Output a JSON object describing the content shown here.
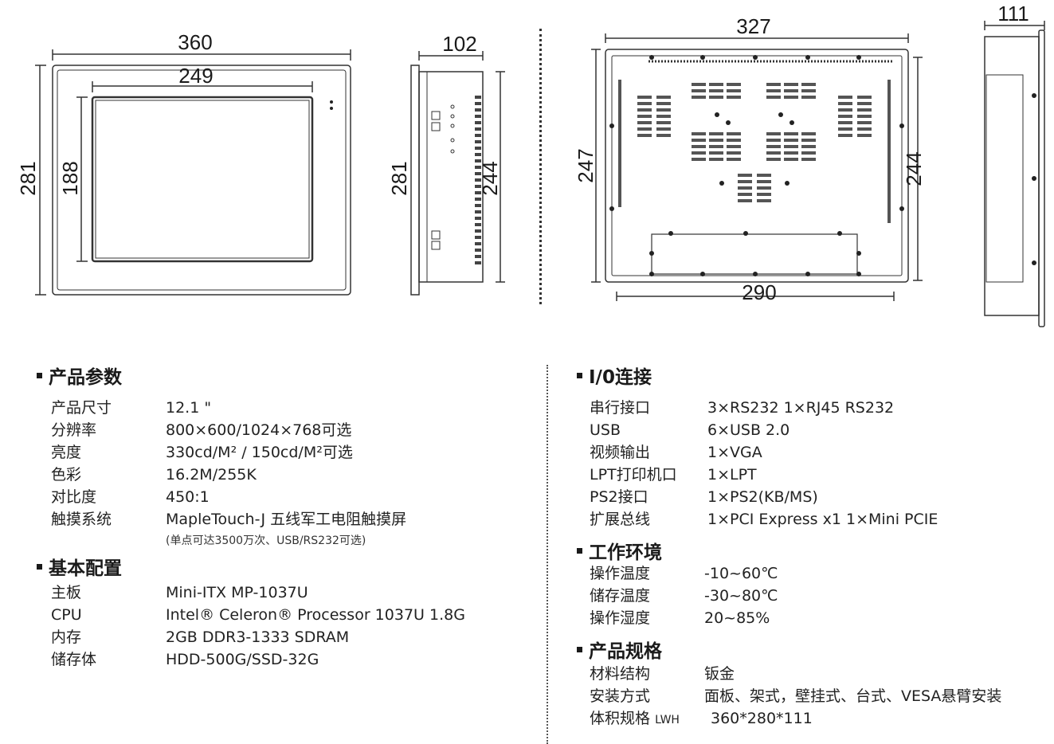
{
  "drawings": {
    "front": {
      "width": "360",
      "height": "281",
      "screen_width": "249",
      "screen_height": "188"
    },
    "side": {
      "depth": "102",
      "height": "281",
      "inner_height": "244"
    },
    "back": {
      "width": "327",
      "height": "247",
      "inner_height": "244",
      "bottom_width": "290"
    },
    "side_right": {
      "depth": "111"
    }
  },
  "sections": {
    "product_params": {
      "title": "产品参数",
      "rows": [
        {
          "k": "产品尺寸",
          "v": "12.1 \""
        },
        {
          "k": "分辨率",
          "v": "800×600/1024×768可选"
        },
        {
          "k": "亮度",
          "v": "330cd/M² / 150cd/M²可选"
        },
        {
          "k": "色彩",
          "v": "16.2M/255K"
        },
        {
          "k": "对比度",
          "v": "450:1"
        },
        {
          "k": "触摸系统",
          "v": "MapleTouch-J 五线军工电阻触摸屏"
        }
      ],
      "note": "(单点可达3500万次、USB/RS232可选)"
    },
    "basic_config": {
      "title": "基本配置",
      "rows": [
        {
          "k": "主板",
          "v": "Mini-ITX MP-1037U"
        },
        {
          "k": "CPU",
          "v": "Intel® Celeron® Processor 1037U 1.8G"
        },
        {
          "k": "内存",
          "v": "2GB DDR3-1333 SDRAM"
        },
        {
          "k": "储存体",
          "v": "HDD-500G/SSD-32G"
        }
      ]
    },
    "io": {
      "title": "I/0连接",
      "rows": [
        {
          "k": "串行接口",
          "v": "3×RS232   1×RJ45  RS232"
        },
        {
          "k": "USB",
          "v": "6×USB 2.0"
        },
        {
          "k": "视频输出",
          "v": "1×VGA"
        },
        {
          "k": "LPT打印机口",
          "v": "1×LPT"
        },
        {
          "k": "PS2接口",
          "v": "1×PS2(KB/MS)"
        },
        {
          "k": "扩展总线",
          "v": "1×PCI Express x1   1×Mini PCIE"
        }
      ]
    },
    "environment": {
      "title": "工作环境",
      "rows": [
        {
          "k": "操作温度",
          "v": "-10~60℃"
        },
        {
          "k": "储存温度",
          "v": "-30~80℃"
        },
        {
          "k": "操作湿度",
          "v": "20~85%"
        }
      ]
    },
    "spec": {
      "title": "产品规格",
      "rows": [
        {
          "k": "材料结构",
          "v": "钣金"
        },
        {
          "k": "安装方式",
          "v": "面板、架式，壁挂式、台式、VESA悬臂安装"
        }
      ],
      "volume_key": "体积规格",
      "volume_unit": "LWH",
      "volume_value": "360*280*111"
    }
  }
}
